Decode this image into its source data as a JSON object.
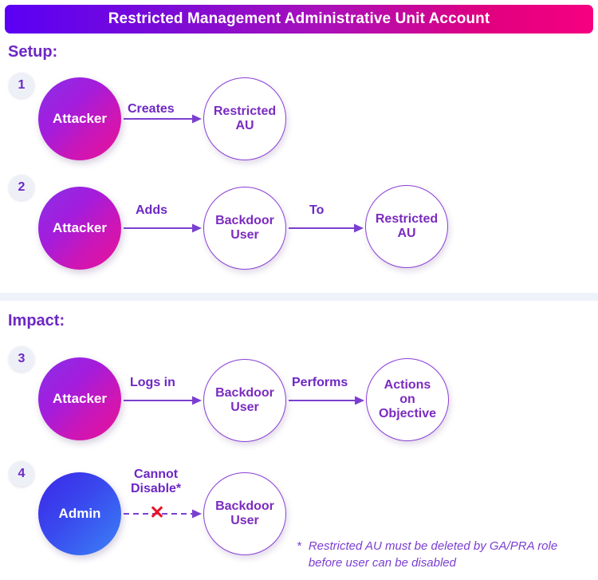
{
  "header": {
    "title": "Restricted Management Administrative Unit Account",
    "gradient_from": "#5a00f5",
    "gradient_to": "#f50081"
  },
  "sections": {
    "setup_label": "Setup:",
    "impact_label": "Impact:"
  },
  "colors": {
    "accent_purple": "#6d28c4",
    "node_outline": "#8b3fd6",
    "attacker_from": "#8b2fe8",
    "attacker_to": "#e6119a",
    "admin_from": "#3b27e8",
    "admin_to": "#3b82f6",
    "x_red": "#e8152a",
    "badge_bg": "#eef0f8",
    "divider": "#eef2fb"
  },
  "steps": [
    {
      "number": "1",
      "nodes": {
        "attacker": "Attacker",
        "restricted_au": "Restricted\nAU"
      },
      "arrows": {
        "creates": "Creates"
      }
    },
    {
      "number": "2",
      "nodes": {
        "attacker": "Attacker",
        "backdoor_user": "Backdoor\nUser",
        "restricted_au": "Restricted\nAU"
      },
      "arrows": {
        "adds": "Adds",
        "to": "To"
      }
    },
    {
      "number": "3",
      "nodes": {
        "attacker": "Attacker",
        "backdoor_user": "Backdoor\nUser",
        "actions_on_objective": "Actions\non\nObjective"
      },
      "arrows": {
        "logs_in": "Logs in",
        "performs": "Performs"
      }
    },
    {
      "number": "4",
      "nodes": {
        "admin": "Admin",
        "backdoor_user": "Backdoor\nUser"
      },
      "arrows": {
        "cannot_disable": "Cannot\nDisable*"
      },
      "blocked_marker": "✕"
    }
  ],
  "footnote": {
    "marker": "*",
    "text": "Restricted AU must be deleted by GA/PRA role before user can be disabled"
  }
}
